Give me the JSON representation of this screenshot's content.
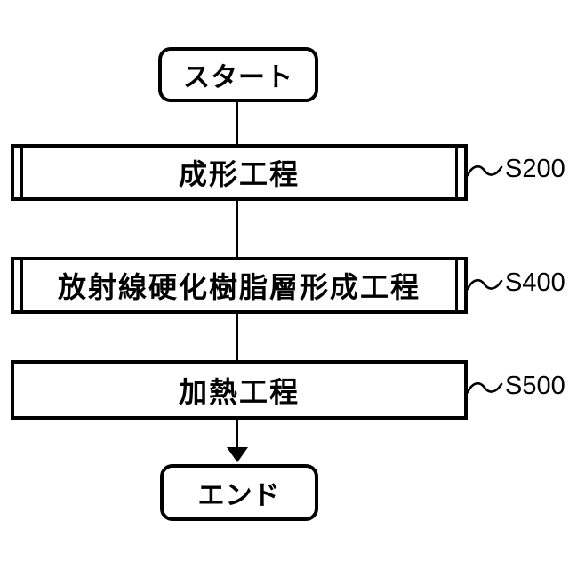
{
  "flowchart": {
    "colors": {
      "line": "#000000",
      "background": "#ffffff"
    },
    "start": {
      "label": "スタート"
    },
    "end": {
      "label": "エンド"
    },
    "steps": [
      {
        "label": "成形工程",
        "tag": "S200",
        "shape": "predefined-process"
      },
      {
        "label": "放射線硬化樹脂層形成工程",
        "tag": "S400",
        "shape": "predefined-process"
      },
      {
        "label": "加熱工程",
        "tag": "S500",
        "shape": "process"
      }
    ]
  }
}
